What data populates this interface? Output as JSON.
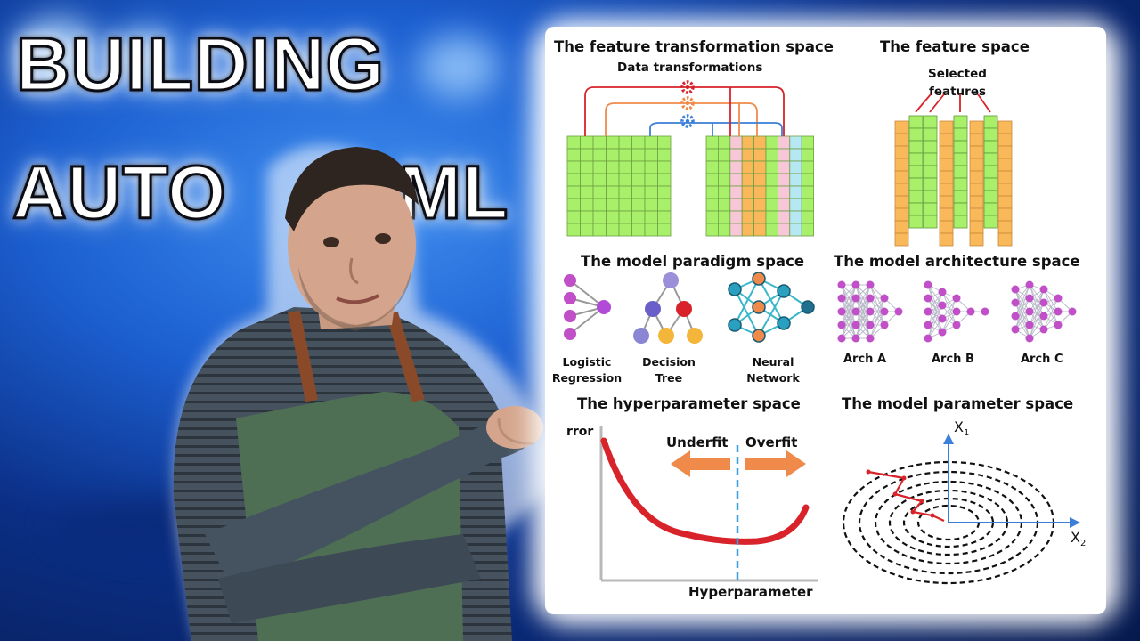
{
  "headline": {
    "line1": "BUILDING",
    "line2_left": "AUTO",
    "line2_right": "ML"
  },
  "panels": {
    "feature_transformation": {
      "title": "The feature transformation space",
      "subtitle": "Data transformations"
    },
    "feature_space": {
      "title": "The feature space",
      "note_line1": "Selected",
      "note_line2": "features"
    },
    "model_paradigm": {
      "title": "The model paradigm space",
      "items": [
        {
          "line1": "Logistic",
          "line2": "Regression"
        },
        {
          "line1": "Decision",
          "line2": "Tree"
        },
        {
          "line1": "Neural",
          "line2": "Network"
        }
      ]
    },
    "model_architecture": {
      "title": "The model architecture space",
      "items": [
        "Arch A",
        "Arch B",
        "Arch C"
      ]
    },
    "hyperparameter": {
      "title": "The hyperparameter space",
      "y_label": "rror",
      "x_label": "Hyperparameter",
      "left_label": "Underfit",
      "right_label": "Overfit"
    },
    "model_parameter": {
      "title": "The model parameter space",
      "axis_y": "X",
      "axis_y_sub": "1",
      "axis_x": "X",
      "axis_x_sub": "2"
    }
  },
  "colors": {
    "grid_green": "#a8f06a",
    "grid_orange": "#f9b85a",
    "curve_red": "#d8232a",
    "node_purple": "#c04fc8",
    "arrow_orange": "#f08a4b",
    "dashed_blue": "#3aa0e0"
  }
}
